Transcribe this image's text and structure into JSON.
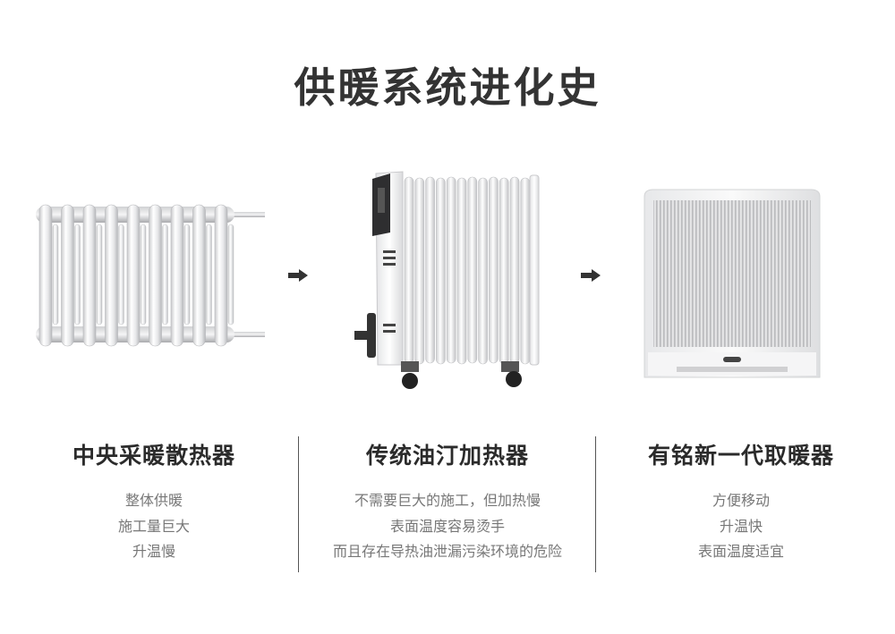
{
  "title": "供暖系统进化史",
  "items": [
    {
      "name": "中央采暖散热器",
      "lines": [
        "整体供暖",
        "施工量巨大",
        "升温慢"
      ]
    },
    {
      "name": "传统油汀加热器",
      "lines": [
        "不需要巨大的施工，但加热慢",
        "表面温度容易烫手",
        "而且存在导热油泄漏污染环境的危险"
      ]
    },
    {
      "name": "有铭新一代取暖器",
      "lines": [
        "方便移动",
        "升温快",
        "表面温度适宜"
      ]
    }
  ],
  "icons": {
    "radiator": "central-radiator-icon",
    "oil_heater": "oil-heater-icon",
    "new_heater": "panel-heater-icon",
    "arrow": "arrow-right-icon"
  },
  "colors": {
    "title": "#333333",
    "heading": "#2b2b2b",
    "body_text": "#777777",
    "divider": "#555555"
  }
}
